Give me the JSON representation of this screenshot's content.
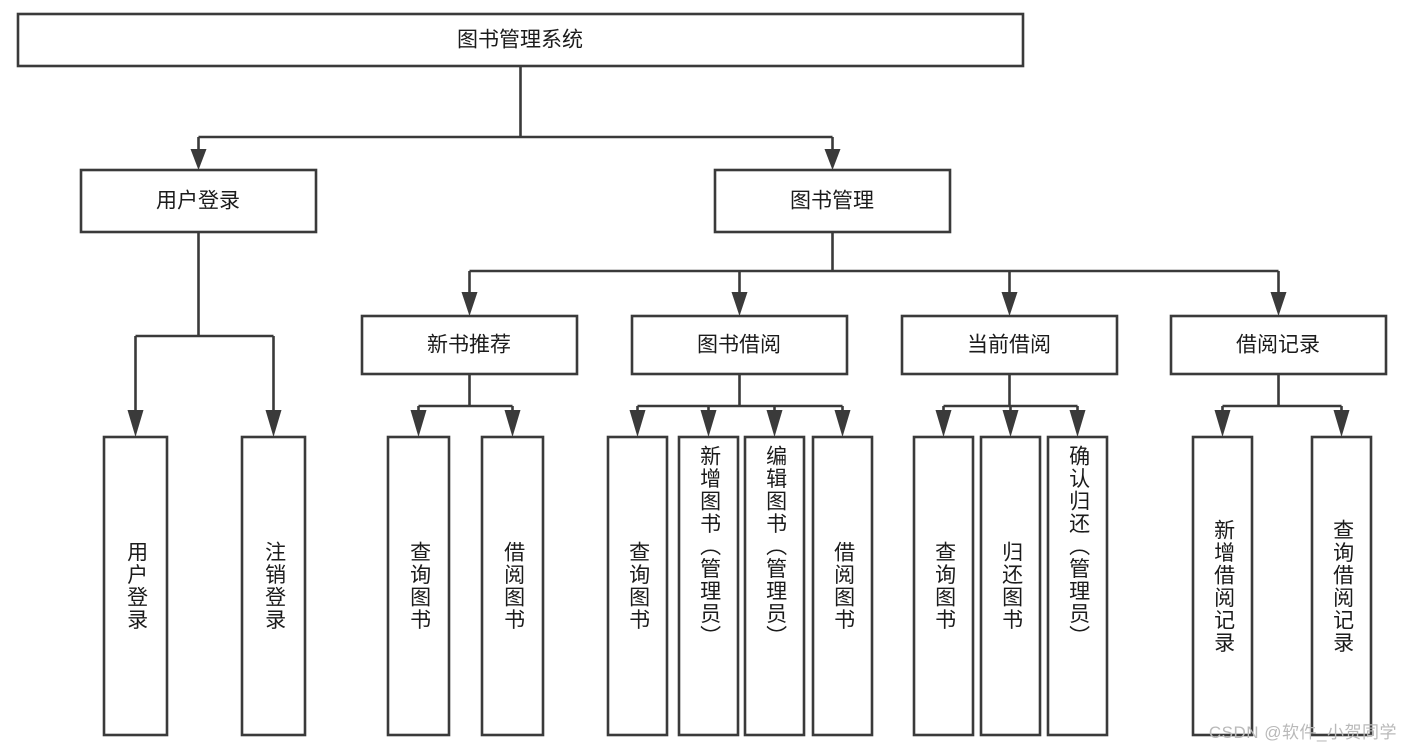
{
  "diagram": {
    "type": "tree",
    "title": "图书管理系统",
    "root": {
      "label": "图书管理系统"
    },
    "level2": [
      {
        "label": "用户登录"
      },
      {
        "label": "图书管理"
      }
    ],
    "level3": [
      {
        "label": "新书推荐"
      },
      {
        "label": "图书借阅"
      },
      {
        "label": "当前借阅"
      },
      {
        "label": "借阅记录"
      }
    ],
    "leaves": {
      "user_login": [
        {
          "label": "用户登录"
        },
        {
          "label": "注销登录"
        }
      ],
      "new_book_recommend": [
        {
          "label": "查询图书"
        },
        {
          "label": "借阅图书"
        }
      ],
      "book_borrow": [
        {
          "label": "查询图书"
        },
        {
          "label": "新增图书（管理员）"
        },
        {
          "label": "编辑图书（管理员）"
        },
        {
          "label": "借阅图书"
        }
      ],
      "current_borrow": [
        {
          "label": "查询图书"
        },
        {
          "label": "归还图书"
        },
        {
          "label": "确认归还（管理员）"
        }
      ],
      "borrow_record": [
        {
          "label": "新增借阅记录"
        },
        {
          "label": "查询借阅记录"
        }
      ]
    }
  },
  "watermark": {
    "text": "CSDN @软件_小贺同学"
  },
  "colors": {
    "stroke": "#3a3a3a",
    "fill": "#ffffff",
    "text": "#1b1b1b",
    "watermark": "#b9b9b9"
  }
}
